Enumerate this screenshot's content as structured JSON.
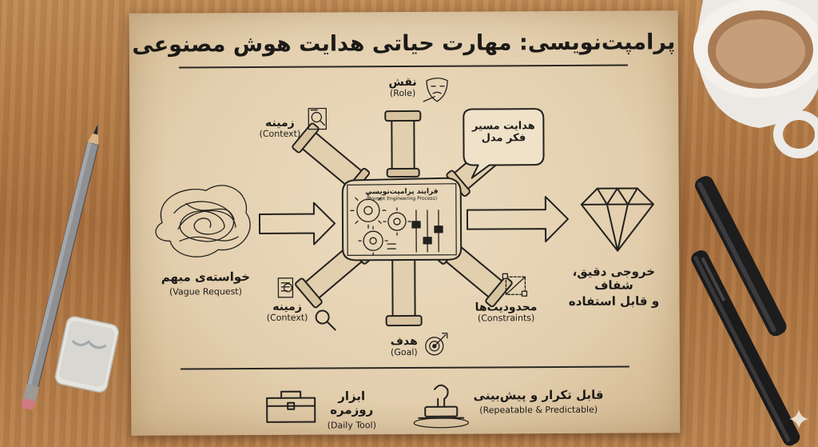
{
  "title": "پرامپت‌نویسی: مهارت حیاتی هدایت هوش مصنوعی",
  "center": {
    "fa": "فرایند پرامپت‌نویسی",
    "en": "(Prompt Engineering Process)"
  },
  "nodes": {
    "role": {
      "fa": "نقش",
      "en": "(Role)"
    },
    "context_top": {
      "fa": "زمینه",
      "en": "(Context)"
    },
    "context_bottom": {
      "fa": "زمینه",
      "en": "(Context)"
    },
    "goal": {
      "fa": "هدف",
      "en": "(Goal)"
    },
    "constraints": {
      "fa": "محدودیت‌ها",
      "en": "(Constraints)"
    }
  },
  "speech_bubble": {
    "line1": "هدایت مسیر",
    "line2": "فکر مدل"
  },
  "input": {
    "fa": "خواسته‌ی مبهم",
    "en": "(Vague Request)"
  },
  "output": {
    "line1": "خروجی دقیق، شفاف",
    "line2": "و قابل استفاده"
  },
  "footer": {
    "tool": {
      "fa": "ابزار روزمره",
      "en": "(Daily Tool)"
    },
    "repeatable": {
      "fa": "قابل تکرار و پیش‌بینی",
      "en": "(Repeatable & Predictable)"
    }
  },
  "icons": [
    "mask-icon",
    "magnifier-document-icon",
    "magnifier-icon",
    "target-icon",
    "crop-frame-icon",
    "gear-icon",
    "slider-icon",
    "diamond-icon",
    "scribble-icon",
    "toolbox-icon",
    "stamp-icon",
    "pencil-icon",
    "eraser-icon",
    "pen-icon",
    "coffee-cup-icon",
    "sparkle-icon"
  ],
  "colors": {
    "paper": "#e6d4b5",
    "ink": "#23211e",
    "desk": "#b07a46"
  }
}
